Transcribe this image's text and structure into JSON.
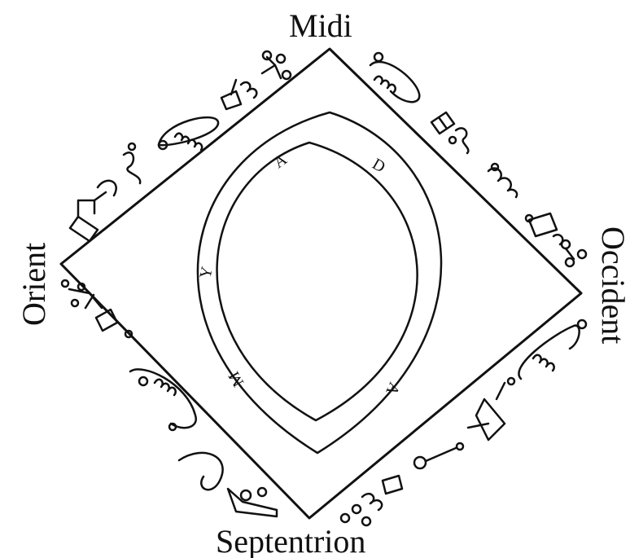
{
  "directions": {
    "top": "Midi",
    "left": "Orient",
    "right": "Occident",
    "bottom": "Septentrion"
  },
  "ring_letters": [
    "A",
    "D",
    "Y",
    "M",
    "A"
  ],
  "seal_groups": [
    "upper-left-seals",
    "upper-right-seals",
    "lower-left-seals",
    "lower-right-seals"
  ],
  "colors": {
    "ink": "#111111",
    "paper": "#ffffff"
  }
}
